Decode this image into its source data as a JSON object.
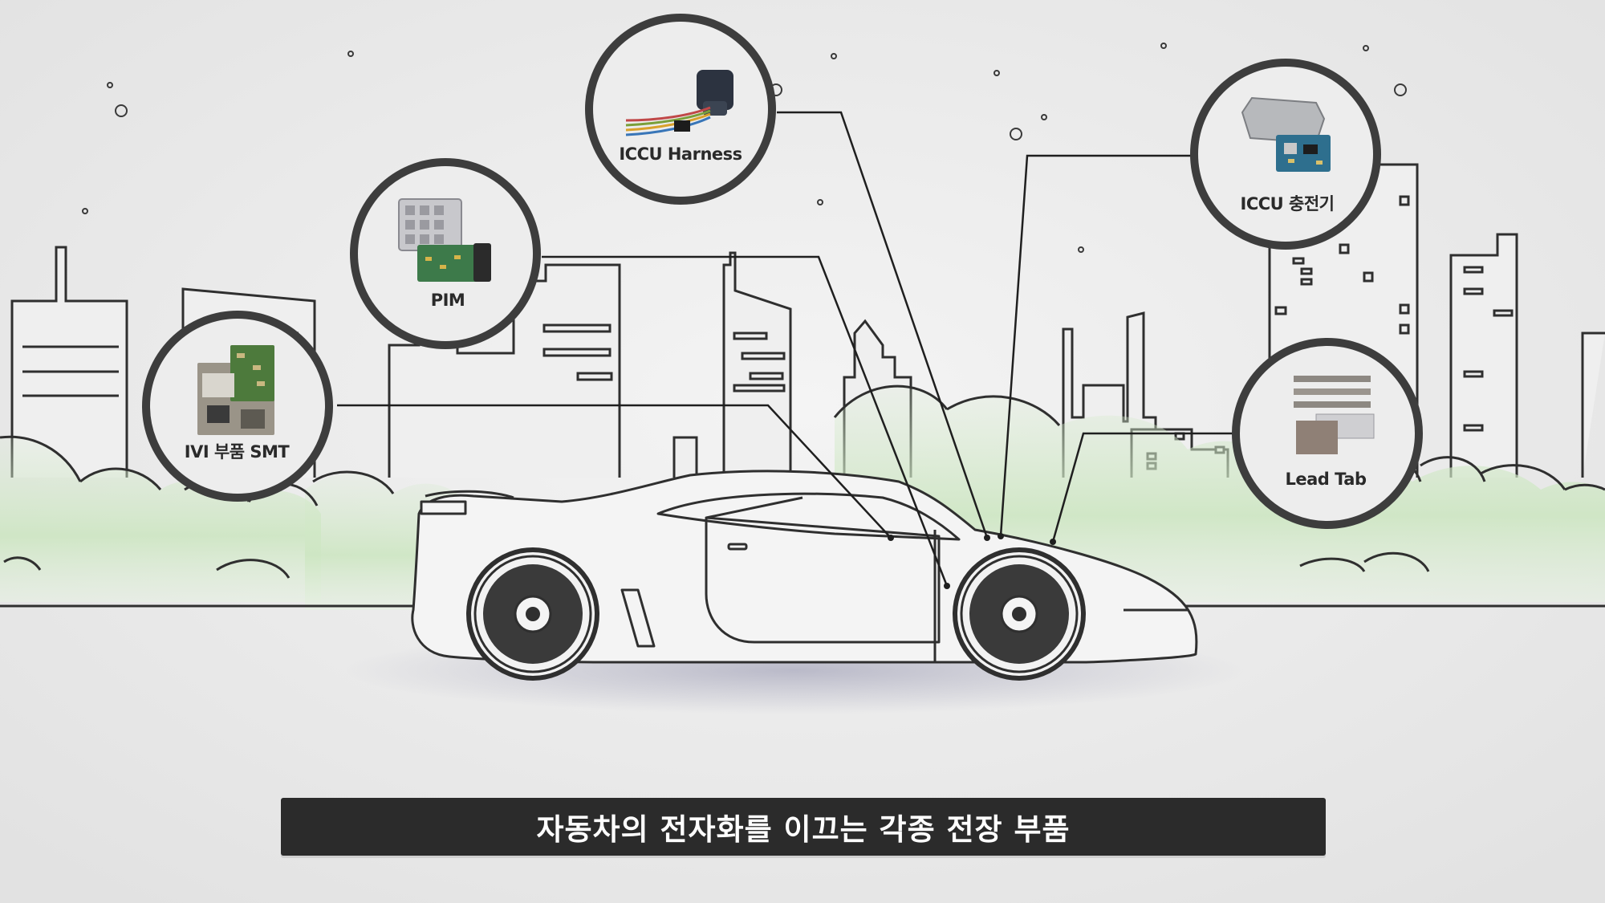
{
  "callouts": [
    {
      "id": "icc-harness",
      "label": "ICCU Harness"
    },
    {
      "id": "pim",
      "label": "PIM"
    },
    {
      "id": "ivi-smt",
      "label": "IVI 부품 SMT"
    },
    {
      "id": "iccu-charger",
      "label": "ICCU 충전기"
    },
    {
      "id": "lead-tab",
      "label": "Lead Tab"
    }
  ],
  "caption": "자동차의 전자화를 이끄는 각종 전장 부품",
  "colors": {
    "background": "#ebebeb",
    "line": "#2f2f2f",
    "ring": "#3d3d3d",
    "greenery": "#cfe6c4",
    "caption_bar": "#2b2b2b",
    "caption_text": "#ffffff"
  },
  "icons": [
    "ivi-board-icon",
    "pim-module-icon",
    "harness-connector-icon",
    "charger-unit-icon",
    "lead-tab-icon"
  ]
}
